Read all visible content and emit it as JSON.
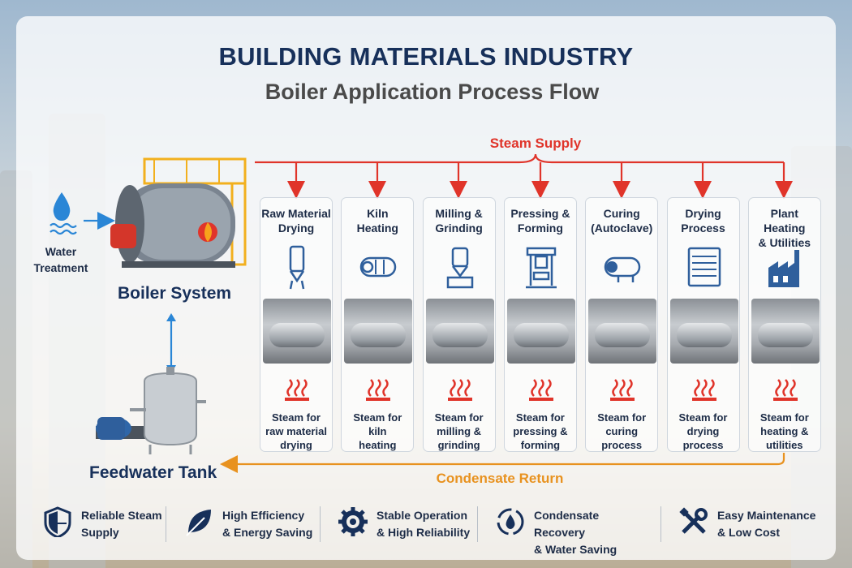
{
  "header": {
    "title": "BUILDING MATERIALS INDUSTRY",
    "subtitle": "Boiler Application Process Flow"
  },
  "flow": {
    "steam_supply": "Steam Supply",
    "condensate_return": "Condensate Return"
  },
  "equipment": {
    "water_treatment": "Water\nTreatment",
    "boiler": "Boiler System",
    "feedwater_tank": "Feedwater Tank"
  },
  "stages": [
    {
      "title": "Raw Material\nDrying",
      "icon": "silo-icon",
      "desc": "Steam for\nraw material\ndrying"
    },
    {
      "title": "Kiln\nHeating",
      "icon": "kiln-icon",
      "desc": "Steam for\nkiln\nheating"
    },
    {
      "title": "Milling &\nGrinding",
      "icon": "mill-icon",
      "desc": "Steam for\nmilling &\ngrinding"
    },
    {
      "title": "Pressing &\nForming",
      "icon": "press-icon",
      "desc": "Steam for\npressing &\nforming"
    },
    {
      "title": "Curing\n(Autoclave)",
      "icon": "autoclave-icon",
      "desc": "Steam for\ncuring\nprocess"
    },
    {
      "title": "Drying\nProcess",
      "icon": "dryer-icon",
      "desc": "Steam for\ndrying\nprocess"
    },
    {
      "title": "Plant Heating\n& Utilities",
      "icon": "factory-icon",
      "desc": "Steam for\nheating &\nutilities"
    }
  ],
  "features": [
    {
      "icon": "shield-icon",
      "label": "Reliable Steam\nSupply"
    },
    {
      "icon": "leaf-icon",
      "label": "High Efficiency\n& Energy Saving"
    },
    {
      "icon": "gear-icon",
      "label": "Stable Operation\n& High Reliability"
    },
    {
      "icon": "recycle-drop-icon",
      "label": "Condensate Recovery\n& Water Saving"
    },
    {
      "icon": "tools-icon",
      "label": "Easy Maintenance\n& Low Cost"
    }
  ],
  "colors": {
    "steam": "#e0342a",
    "condensate": "#e8921f",
    "feed": "#2a86d6",
    "title": "#17305a"
  }
}
